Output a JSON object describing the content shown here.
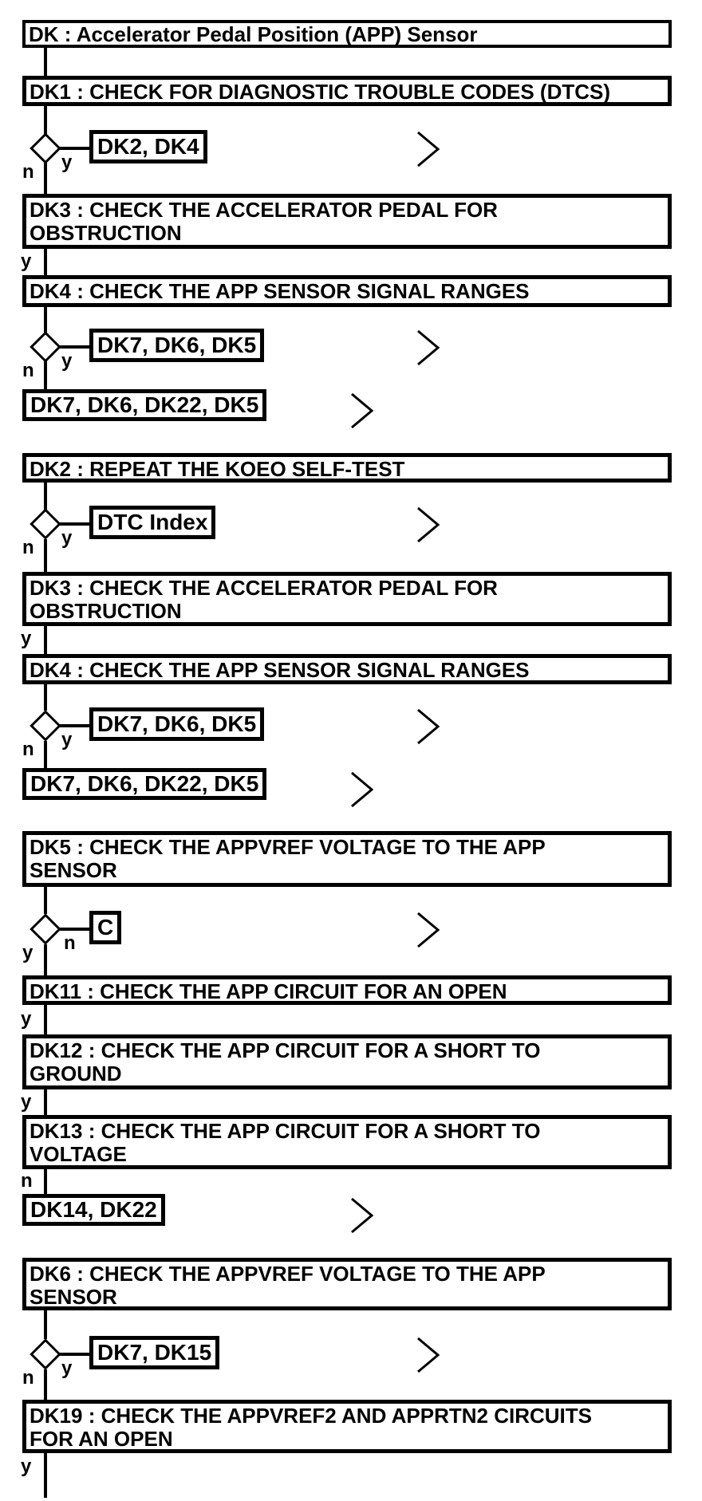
{
  "diagram": {
    "title": "DK : Accelerator Pedal Position (APP) Sensor",
    "colors": {
      "foreground": "#000000",
      "background": "#ffffff"
    },
    "steps": {
      "dk1": {
        "lines": [
          "DK1 : CHECK FOR DIAGNOSTIC TROUBLE CODES (DTCS)"
        ]
      },
      "dk3a": {
        "lines": [
          "DK3 : CHECK THE ACCELERATOR PEDAL FOR",
          "OBSTRUCTION"
        ]
      },
      "dk4a": {
        "lines": [
          "DK4 : CHECK THE APP SENSOR SIGNAL RANGES"
        ]
      },
      "dk2": {
        "lines": [
          "DK2 : REPEAT THE KOEO SELF-TEST"
        ]
      },
      "dk3b": {
        "lines": [
          "DK3 : CHECK THE ACCELERATOR PEDAL FOR",
          "OBSTRUCTION"
        ]
      },
      "dk4b": {
        "lines": [
          "DK4 : CHECK THE APP SENSOR SIGNAL RANGES"
        ]
      },
      "dk5": {
        "lines": [
          "DK5 : CHECK THE APPVREF VOLTAGE TO THE APP",
          "SENSOR"
        ]
      },
      "dk11": {
        "lines": [
          "DK11 : CHECK THE APP CIRCUIT FOR AN OPEN"
        ]
      },
      "dk12": {
        "lines": [
          "DK12 : CHECK THE APP CIRCUIT FOR A SHORT TO",
          "GROUND"
        ]
      },
      "dk13": {
        "lines": [
          "DK13 : CHECK THE APP CIRCUIT FOR A SHORT TO",
          "VOLTAGE"
        ]
      },
      "dk6": {
        "lines": [
          "DK6 : CHECK THE APPVREF VOLTAGE TO THE APP",
          "SENSOR"
        ]
      },
      "dk19": {
        "lines": [
          "DK19 : CHECK THE APPVREF2 AND APPRTN2 CIRCUITS",
          "FOR AN OPEN"
        ]
      }
    },
    "branches": {
      "d1": {
        "ref": "DK2, DK4",
        "right_label": "y",
        "down_label": "n"
      },
      "d2": {
        "ref": "DK7, DK6, DK5",
        "right_label": "y",
        "down_label": "n"
      },
      "d3": {
        "ref": "DTC Index",
        "right_label": "y",
        "down_label": "n"
      },
      "d4": {
        "ref": "DK7, DK6, DK5",
        "right_label": "y",
        "down_label": "n"
      },
      "d5": {
        "ref": "C",
        "right_label": "n",
        "down_label": "y"
      },
      "d6": {
        "ref": "DK7, DK15",
        "right_label": "y",
        "down_label": "n"
      }
    },
    "results": {
      "r1": "DK7, DK6, DK22, DK5",
      "r2": "DK7, DK6, DK22, DK5",
      "r3": "DK14, DK22"
    },
    "edge_labels": {
      "after_dk3a": "y",
      "after_dk3b": "y",
      "after_dk11": "y",
      "after_dk12": "y",
      "after_dk13": "n",
      "after_dk19": "y"
    }
  }
}
